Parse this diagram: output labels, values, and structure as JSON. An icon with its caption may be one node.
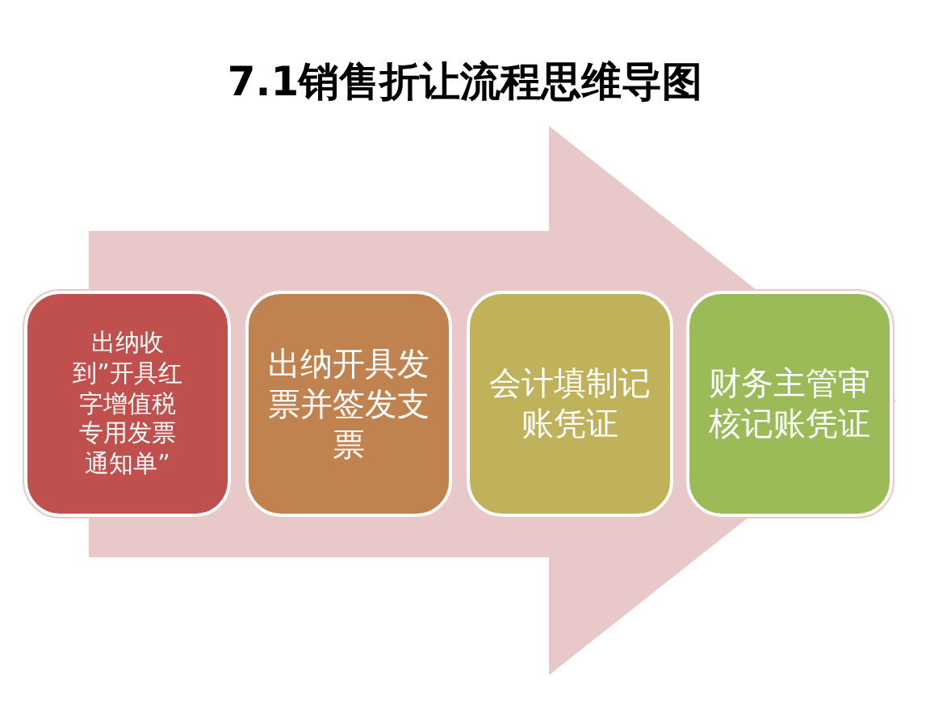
{
  "diagram": {
    "title": "7.1销售折让流程思维导图",
    "nodes": [
      {
        "text": [
          "出纳收到”开具红字增值税专用发票通知单”"
        ]
      },
      {
        "text": [
          "出纳开具发票并签发支票"
        ]
      },
      {
        "text": [
          "会计填制记账凭证"
        ]
      },
      {
        "text": [
          "财务主管审核记账凭证"
        ]
      }
    ],
    "edges": [
      {
        "from": 0,
        "to": 3,
        "arrow": "to"
      }
    ]
  }
}
